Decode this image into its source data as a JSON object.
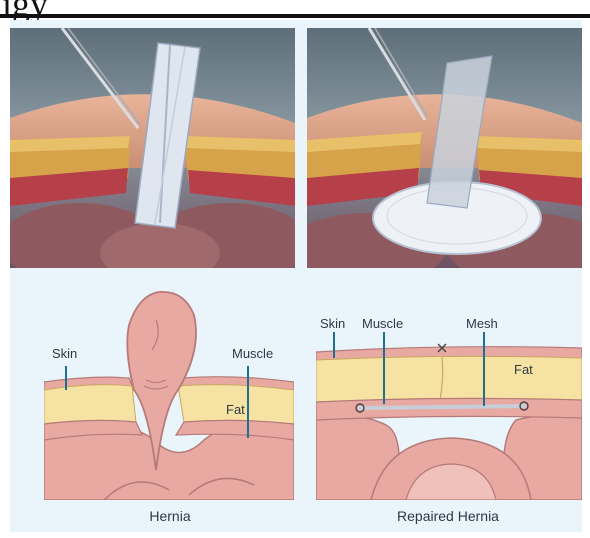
{
  "header": {
    "cropped_text": "igy"
  },
  "diagrams": {
    "hernia": {
      "caption": "Hernia",
      "labels": {
        "skin": "Skin",
        "muscle": "Muscle",
        "fat": "Fat"
      }
    },
    "repaired": {
      "caption": "Repaired Hernia",
      "labels": {
        "skin": "Skin",
        "muscle": "Muscle",
        "mesh": "Mesh",
        "fat": "Fat"
      }
    }
  },
  "colors": {
    "panel_background": "#e9f5fb",
    "callout_line": "#1f6f8f",
    "skin_pink": "#e8a9a3",
    "fat_yellow": "#f6e3a3",
    "label_text": "#2b3a44"
  }
}
